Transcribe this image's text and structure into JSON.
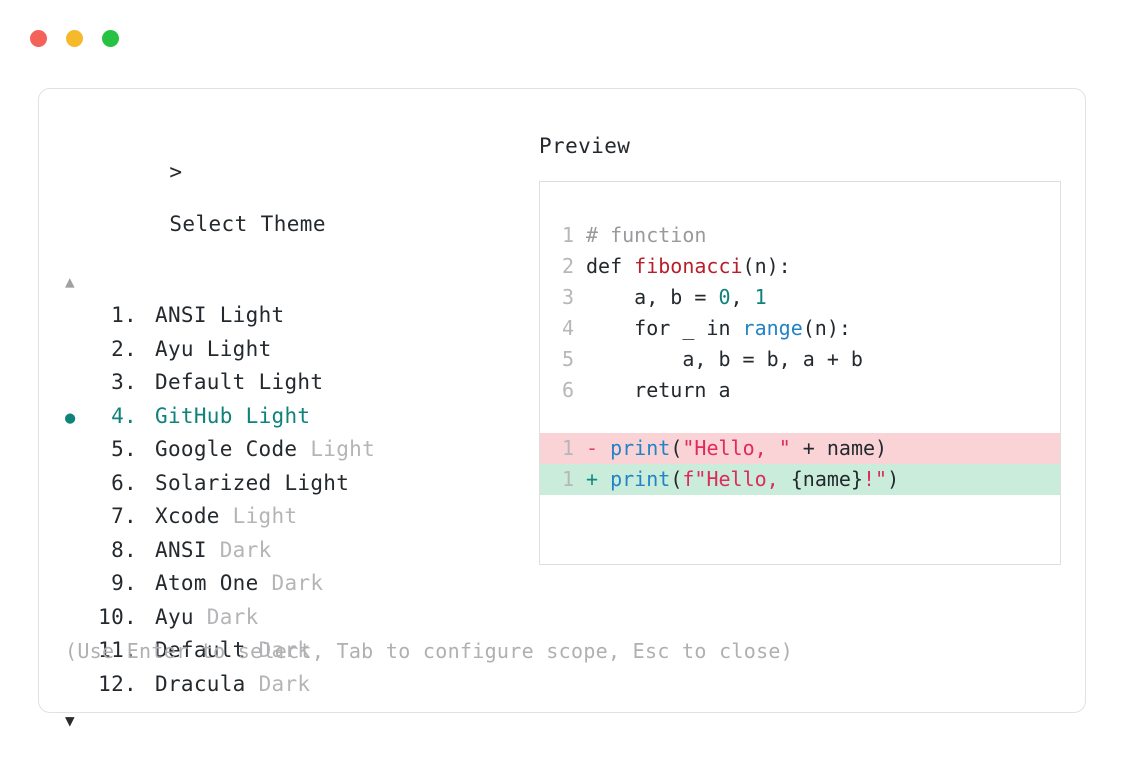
{
  "window": {
    "dots": [
      {
        "name": "close",
        "color": "#f4625c"
      },
      {
        "name": "minimize",
        "color": "#f6b92b"
      },
      {
        "name": "maximize",
        "color": "#26c342"
      }
    ]
  },
  "prompt": {
    "marker": ">",
    "title": "Select Theme"
  },
  "scroll": {
    "up": "▲",
    "down": "▼"
  },
  "selection": {
    "bullet": "●",
    "selected_index": 4,
    "accent": "#0f827a"
  },
  "themes": [
    {
      "num": "1.",
      "name": "ANSI",
      "suffix": "Light",
      "suffix_muted": false,
      "selected": false
    },
    {
      "num": "2.",
      "name": "Ayu",
      "suffix": "Light",
      "suffix_muted": false,
      "selected": false
    },
    {
      "num": "3.",
      "name": "Default",
      "suffix": "Light",
      "suffix_muted": false,
      "selected": false
    },
    {
      "num": "4.",
      "name": "GitHub",
      "suffix": "Light",
      "suffix_muted": false,
      "selected": true
    },
    {
      "num": "5.",
      "name": "Google Code",
      "suffix": "Light",
      "suffix_muted": true,
      "selected": false
    },
    {
      "num": "6.",
      "name": "Solarized",
      "suffix": "Light",
      "suffix_muted": false,
      "selected": false
    },
    {
      "num": "7.",
      "name": "Xcode",
      "suffix": "Light",
      "suffix_muted": true,
      "selected": false
    },
    {
      "num": "8.",
      "name": "ANSI",
      "suffix": "Dark",
      "suffix_muted": true,
      "selected": false
    },
    {
      "num": "9.",
      "name": "Atom One",
      "suffix": "Dark",
      "suffix_muted": true,
      "selected": false
    },
    {
      "num": "10.",
      "name": "Ayu",
      "suffix": "Dark",
      "suffix_muted": true,
      "selected": false
    },
    {
      "num": "11.",
      "name": "Default",
      "suffix": "Dark",
      "suffix_muted": true,
      "selected": false
    },
    {
      "num": "12.",
      "name": "Dracula",
      "suffix": "Dark",
      "suffix_muted": true,
      "selected": false
    }
  ],
  "hint": "(Use Enter to select, Tab to configure scope, Esc to close)",
  "preview": {
    "label": "Preview",
    "code_lines": [
      {
        "n": "1",
        "tokens": [
          {
            "t": "# function",
            "c": "comment"
          }
        ]
      },
      {
        "n": "2",
        "tokens": [
          {
            "t": "def ",
            "c": "plain"
          },
          {
            "t": "fibonacci",
            "c": "func"
          },
          {
            "t": "(n):",
            "c": "plain"
          }
        ]
      },
      {
        "n": "3",
        "tokens": [
          {
            "t": "    a, b = ",
            "c": "plain"
          },
          {
            "t": "0",
            "c": "num"
          },
          {
            "t": ", ",
            "c": "plain"
          },
          {
            "t": "1",
            "c": "num"
          }
        ]
      },
      {
        "n": "4",
        "tokens": [
          {
            "t": "    for _ in ",
            "c": "plain"
          },
          {
            "t": "range",
            "c": "builtin"
          },
          {
            "t": "(n):",
            "c": "plain"
          }
        ]
      },
      {
        "n": "5",
        "tokens": [
          {
            "t": "        a, b = b, a + b",
            "c": "plain"
          }
        ]
      },
      {
        "n": "6",
        "tokens": [
          {
            "t": "    return a",
            "c": "plain"
          }
        ]
      }
    ],
    "diff_lines": [
      {
        "n": "1",
        "kind": "del",
        "sign": "-",
        "bg": "#fad3d6",
        "tokens": [
          {
            "t": "print",
            "c": "builtin"
          },
          {
            "t": "(",
            "c": "plain"
          },
          {
            "t": "\"Hello, \"",
            "c": "str"
          },
          {
            "t": " + name)",
            "c": "plain"
          }
        ]
      },
      {
        "n": "1",
        "kind": "add",
        "sign": "+",
        "bg": "#c9edda",
        "tokens": [
          {
            "t": "print",
            "c": "builtin"
          },
          {
            "t": "(",
            "c": "plain"
          },
          {
            "t": "f\"Hello, ",
            "c": "str"
          },
          {
            "t": "{name}",
            "c": "plain"
          },
          {
            "t": "!\"",
            "c": "str"
          },
          {
            "t": ")",
            "c": "plain"
          }
        ]
      }
    ]
  },
  "colors": {
    "accent_teal": "#0f827a",
    "card_border": "#e2e2e4",
    "preview_border": "#dedee0",
    "muted_text": "#b5b5b8",
    "body_text": "#24292e",
    "diff_del_bg": "#fad3d6",
    "diff_add_bg": "#c9edda",
    "token_comment": "#9a9a9e",
    "token_function": "#b81f2b",
    "token_number": "#0f827a",
    "token_builtin": "#2383c6",
    "token_string": "#e0295c"
  }
}
